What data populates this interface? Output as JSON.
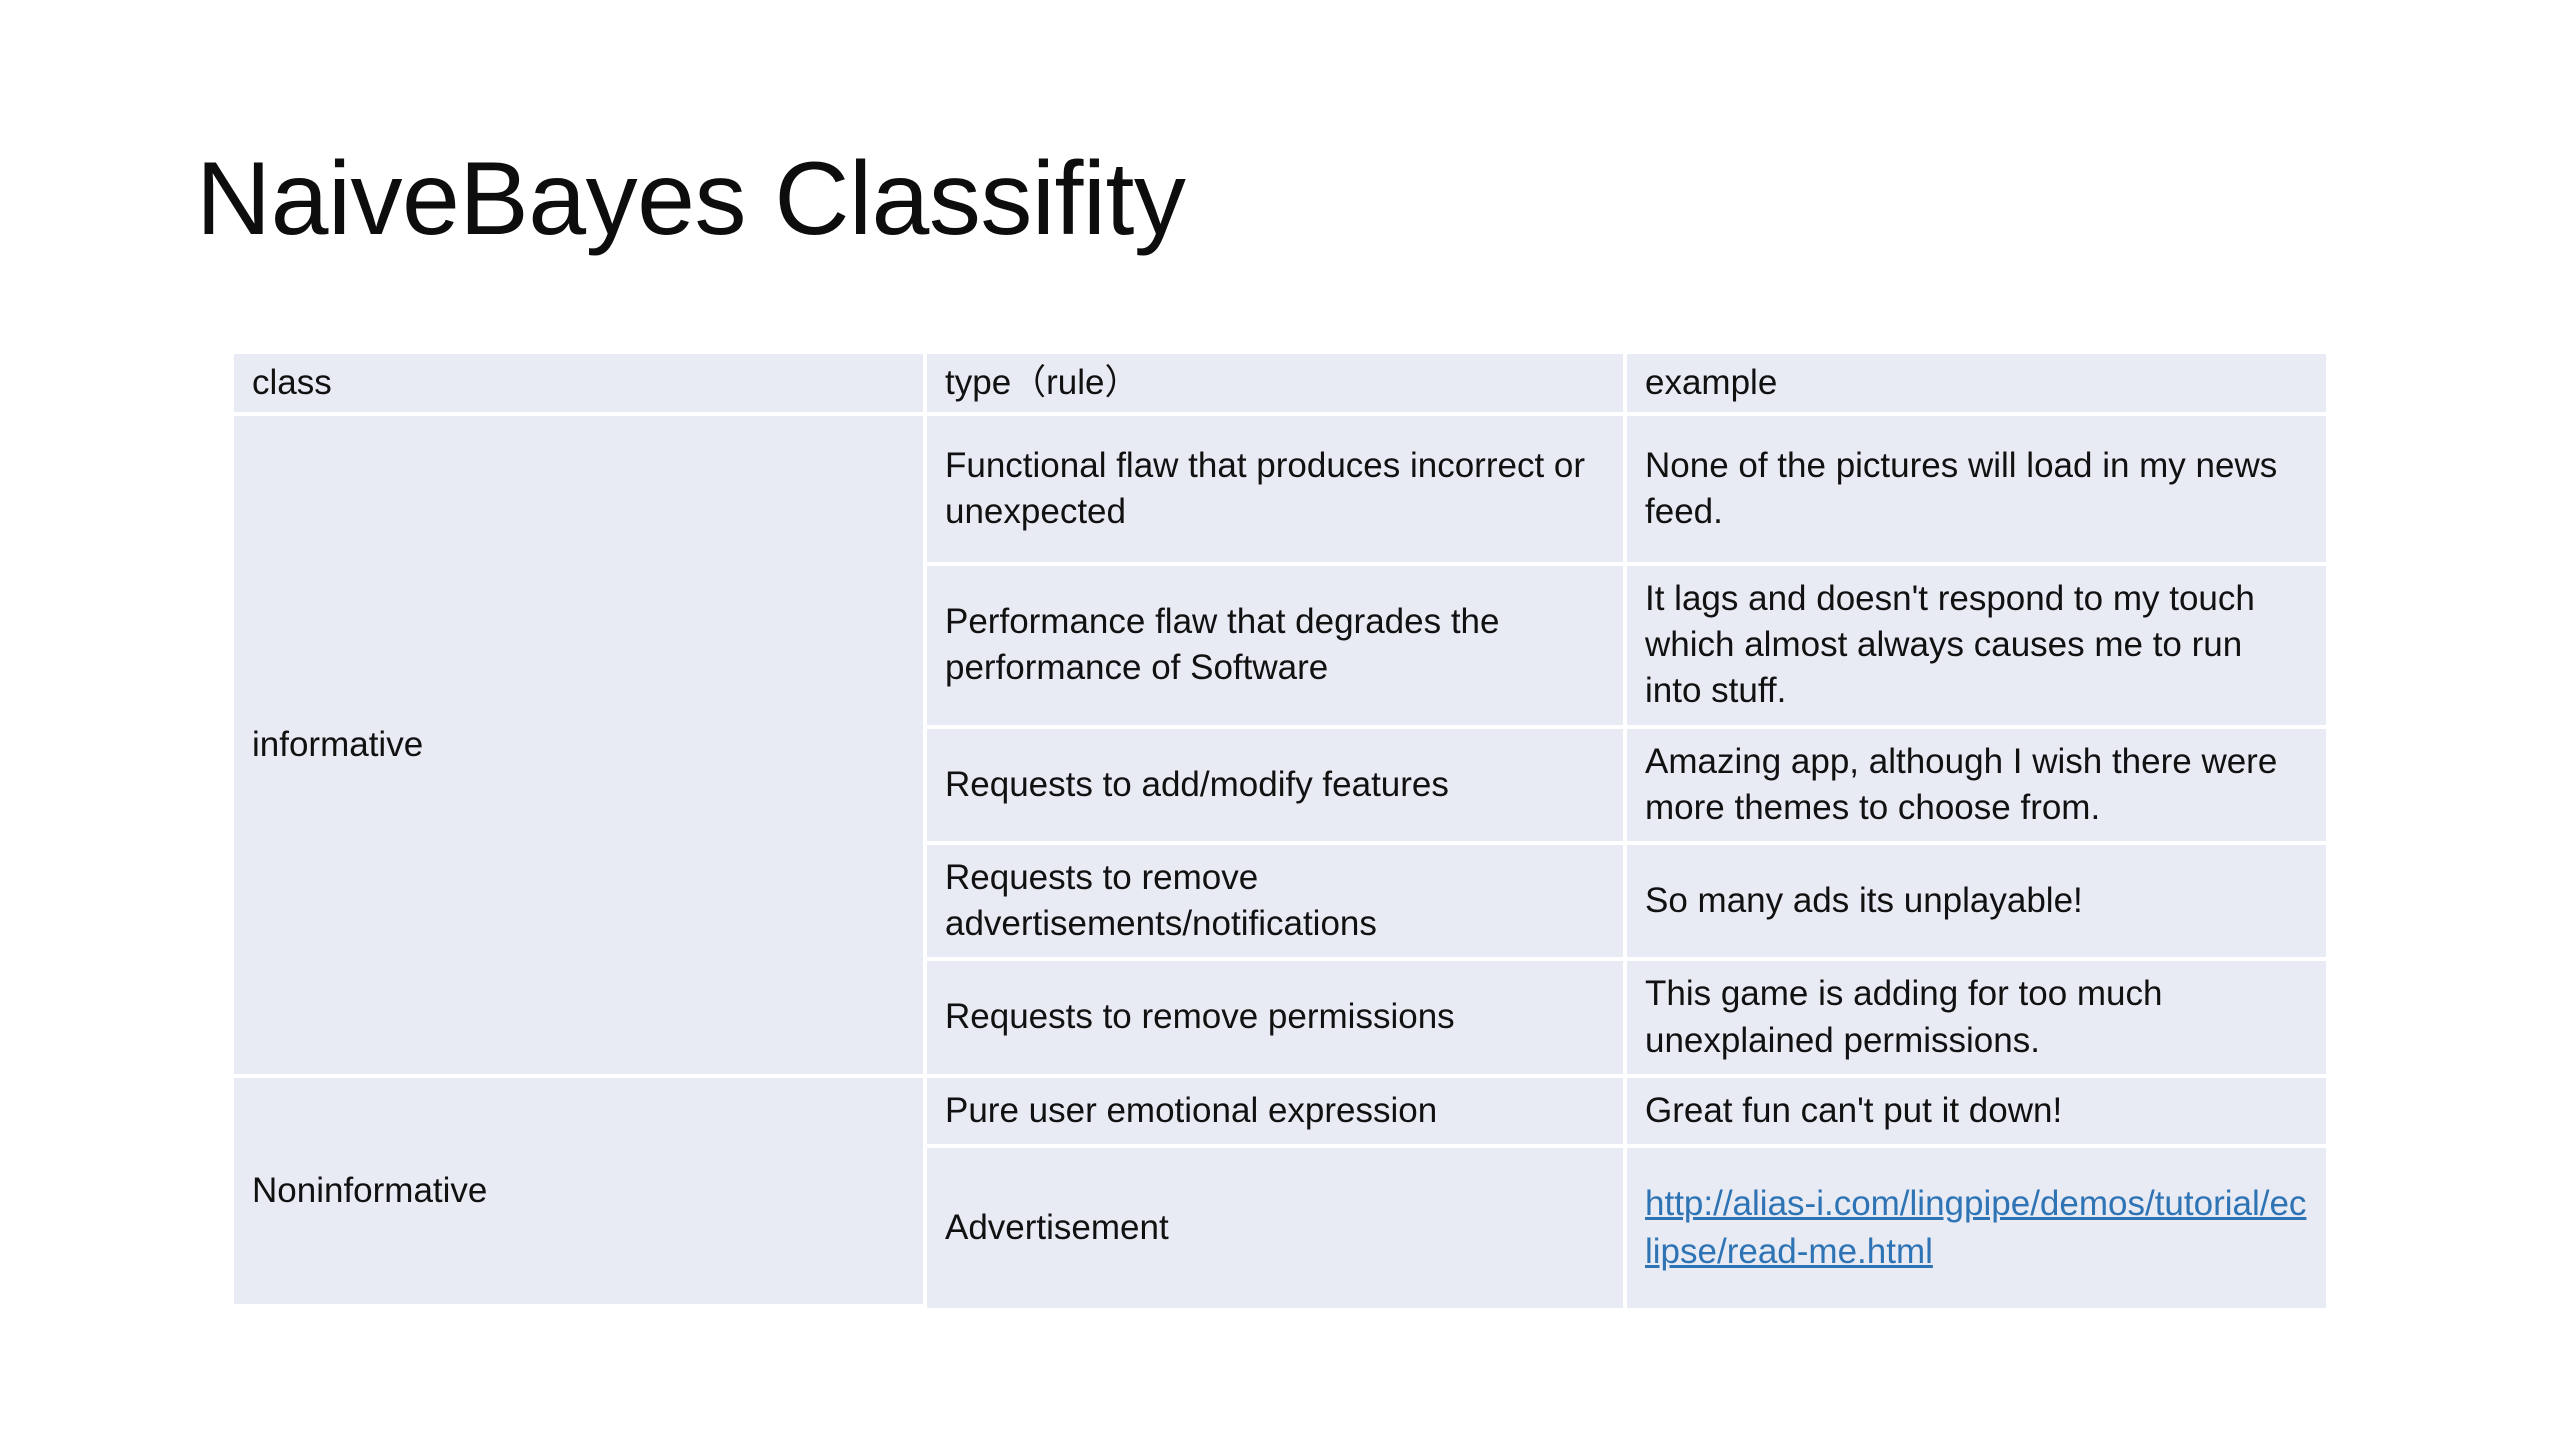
{
  "slide": {
    "title": "NaiveBayes Classifity"
  },
  "colors": {
    "cell_background": "#E8EAF4",
    "grid_line": "#FFFFFF",
    "text": "#111111",
    "link": "#2E74B5",
    "page_background": "#FFFFFF"
  },
  "table": {
    "headers": {
      "class": "class",
      "type": "type（rule）",
      "example": "example"
    },
    "classes": [
      {
        "name": "informative",
        "rowspan": 5,
        "rows": [
          {
            "type": "Functional flaw that produces incorrect or unexpected",
            "example": "None of the pictures will load in my news feed.",
            "is_link": false
          },
          {
            "type": "Performance flaw that degrades the performance of Software",
            "example": "It lags and doesn't respond to my touch which almost always causes me to run into stuff.",
            "is_link": false
          },
          {
            "type": "Requests to add/modify features",
            "example": "Amazing app, although I wish there were more themes to choose from.",
            "is_link": false
          },
          {
            "type": "Requests to remove advertisements/notifications",
            "example": "So many ads its unplayable!",
            "is_link": false
          },
          {
            "type": "Requests to remove permissions",
            "example": "This game is adding for too much unexplained permissions.",
            "is_link": false
          }
        ]
      },
      {
        "name": "Noninformative",
        "rowspan": 2,
        "rows": [
          {
            "type": "Pure user emotional expression",
            "example": "Great fun can't put it down!",
            "is_link": false
          },
          {
            "type": "Advertisement",
            "example": "http://alias-i.com/lingpipe/demos/tutorial/eclipse/read-me.html",
            "is_link": true
          }
        ]
      }
    ]
  }
}
